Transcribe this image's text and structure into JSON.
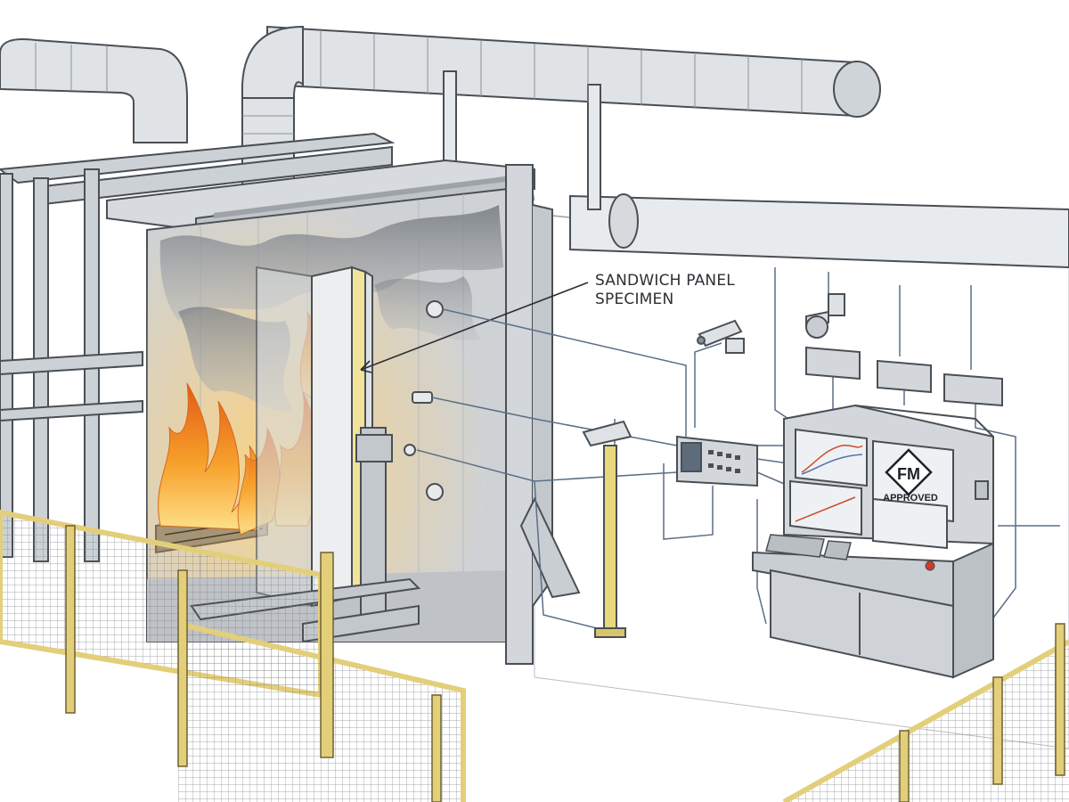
{
  "callout": {
    "line1": "SANDWICH PANEL",
    "line2": "SPECIMEN"
  },
  "badge": {
    "mark": "FM",
    "caption": "APPROVED"
  },
  "colors": {
    "duct": "#d9dde1",
    "steel": "#c9ced3",
    "outline": "#4a4f55",
    "fence": "#e3cf7a",
    "flame": "#f39a24",
    "smoke": "#8f9499",
    "panel_core": "#f1e39a",
    "console": "#d3d7db",
    "screen": "#eef1f3",
    "cable": "#5b6f86"
  },
  "icons": [
    "exhaust-duct",
    "fire-chamber",
    "flame-icon",
    "smoke",
    "camera-icon",
    "dome-camera-icon",
    "data-logger",
    "control-console",
    "safety-fence"
  ]
}
